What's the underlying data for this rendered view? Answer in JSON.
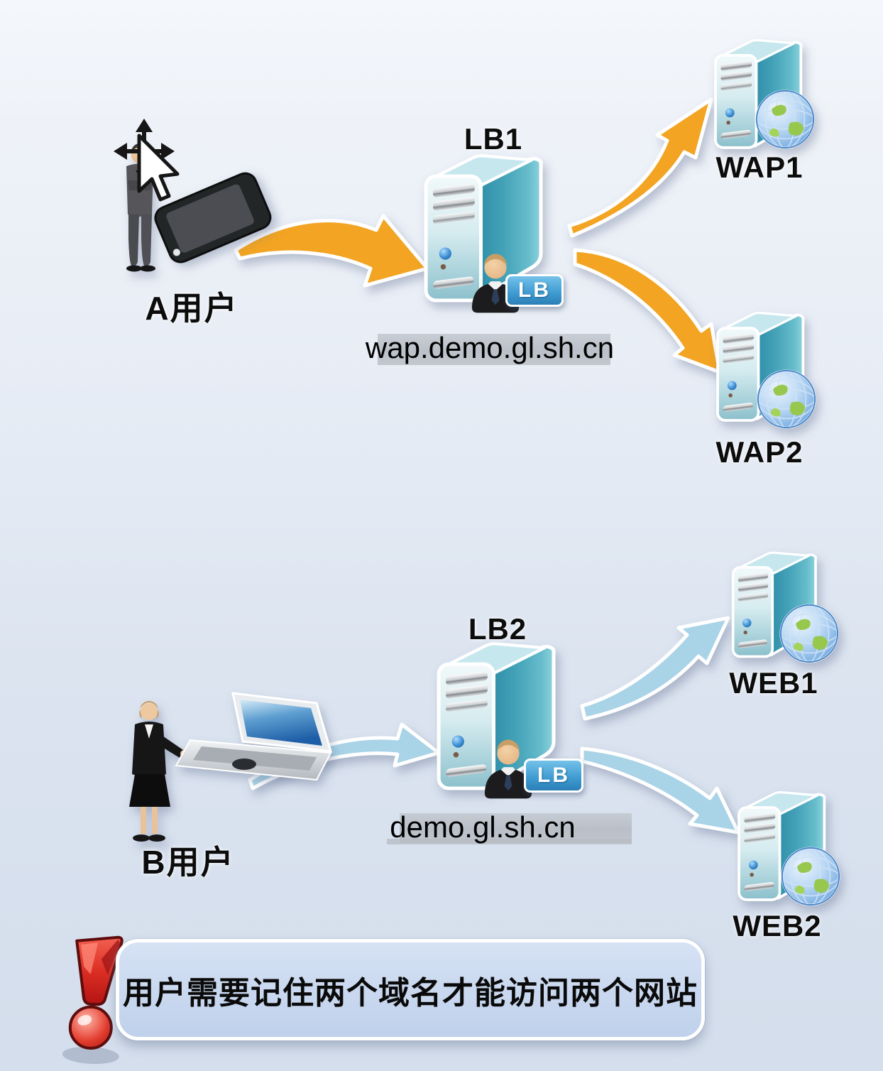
{
  "nodes": {
    "user_a": {
      "label": "A用户"
    },
    "user_b": {
      "label": "B用户"
    },
    "lb1": {
      "label": "LB1",
      "badge": "LB",
      "domain": "wap.demo.gl.sh.cn"
    },
    "lb2": {
      "label": "LB2",
      "badge": "LB",
      "domain": "demo.gl.sh.cn"
    },
    "wap1": {
      "label": "WAP1"
    },
    "wap2": {
      "label": "WAP2"
    },
    "web1": {
      "label": "WEB1"
    },
    "web2": {
      "label": "WEB2"
    }
  },
  "note": {
    "text": "用户需要记住两个域名才能访问两个网站"
  },
  "colors": {
    "arrow_orange": "#F2A420",
    "arrow_blue": "#A9D3E7",
    "server_teal": "#57AEC3",
    "lb_badge_blue": "#3E9AD0",
    "note_bg": "#C9D8EF",
    "warning_red": "#D5302E",
    "background": "#DDE5F1"
  }
}
